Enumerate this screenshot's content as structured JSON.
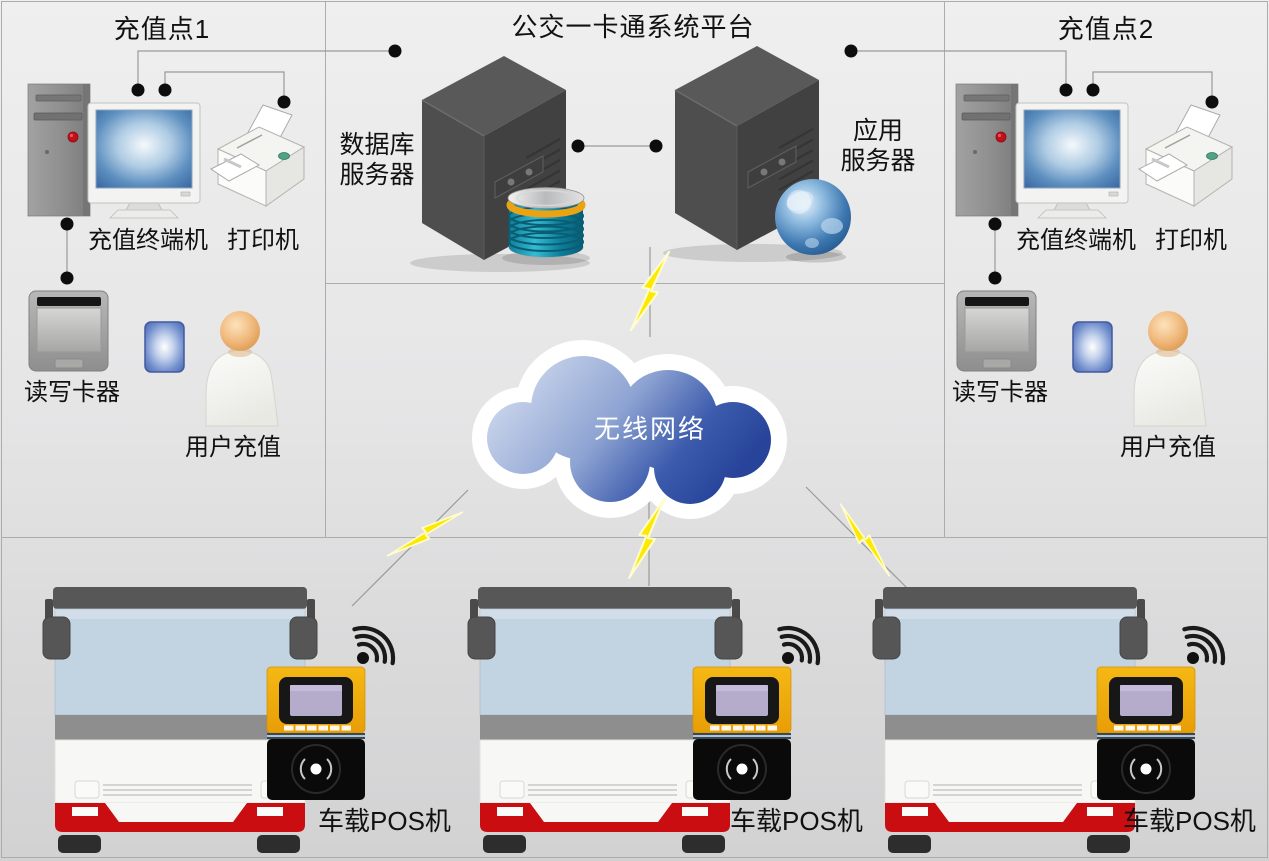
{
  "platform": {
    "title": "公交一卡通系统平台",
    "database_server_label": "数据库\n服务器",
    "app_server_label": "应用\n服务器"
  },
  "stations": [
    {
      "title": "充值点1",
      "terminal_label": "充值终端机",
      "printer_label": "打印机",
      "card_reader_label": "读写卡器",
      "user_label": "用户充值"
    },
    {
      "title": "充值点2",
      "terminal_label": "充值终端机",
      "printer_label": "打印机",
      "card_reader_label": "读写卡器",
      "user_label": "用户充值"
    }
  ],
  "network": {
    "cloud_label": "无线网络"
  },
  "buses": [
    {
      "pos_label": "车载POS机"
    },
    {
      "pos_label": "车载POS机"
    },
    {
      "pos_label": "车载POS机"
    }
  ],
  "colors": {
    "background_top": "#EFEFEF",
    "background_bottom": "#D2D2D3",
    "divider": "#ACACAC",
    "connector": "#9A9A9A",
    "dot": "#0D0D0D",
    "cloud_light": "#C7D3EA",
    "cloud_dark": "#27449A",
    "lightning": "#FDE900",
    "bus_red": "#C90D10",
    "bus_window": "#C2D3E2",
    "pos_yellow": "#F0A90C",
    "pos_screen": "#B5ABCB",
    "database_teal": "#1987A2",
    "database_orange": "#E9A313",
    "monitor_screen_blue": "#35659E",
    "card_blue": "#5070B6",
    "server_gray": "#4E4E4E",
    "person_skin": "#E8A96B"
  }
}
